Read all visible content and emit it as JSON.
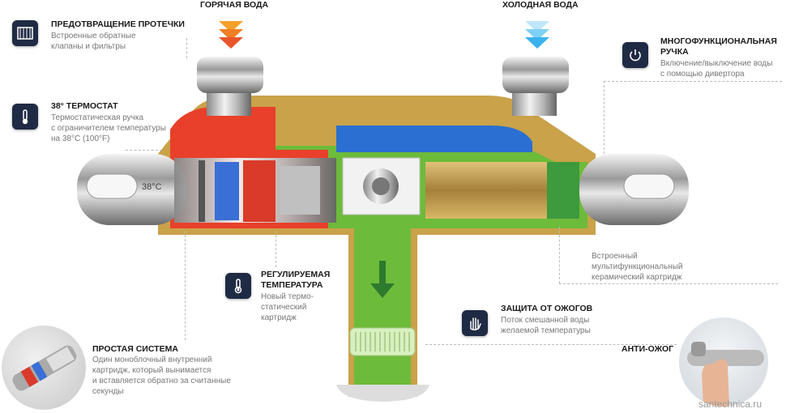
{
  "hot_water_label": "ГОРЯЧАЯ ВОДА",
  "cold_water_label": "ХОЛОДНАЯ ВОДА",
  "features": {
    "leak": {
      "title": "ПРЕДОТВРАЩЕНИЕ ПРОТЕЧКИ",
      "desc1": "Встроенные обратные",
      "desc2": "клапаны и фильтры",
      "icon": "filter-icon"
    },
    "thermostat": {
      "title": "38° ТЕРМОСТАТ",
      "desc1": "Термостатическая ручка",
      "desc2": "с ограничителем температуры",
      "desc3": "на 38°С (100°F)",
      "icon": "thermometer-icon"
    },
    "multi": {
      "title1": "МНОГОФУНКЦИОНАЛЬНАЯ",
      "title2": "РУЧКА",
      "desc1": "Включение/выключение воды",
      "desc2": "с помощью дивертора",
      "icon": "power-icon"
    },
    "cartridge": {
      "desc1": "Встроенный",
      "desc2": "мультифункциональный",
      "desc3": "керамический картридж"
    },
    "regulated": {
      "title1": "РЕГУЛИРУЕМАЯ",
      "title2": "ТЕМПЕРАТУРА",
      "desc1": "Новый термо-",
      "desc2": "статический",
      "desc3": "картридж",
      "icon": "temperature-icon"
    },
    "burn": {
      "title": "ЗАЩИТА ОТ ОЖОГОВ",
      "desc1": "Поток смешанной воды",
      "desc2": "желаемой температуры",
      "icon": "hand-icon"
    },
    "simple": {
      "title": "ПРОСТАЯ СИСТЕМА",
      "desc1": "Один моноблочный внутренний",
      "desc2": "картридж, который вынимается",
      "desc3": "и вставляется обратно за считанные",
      "desc4": "секунды"
    },
    "anti": {
      "title": "АНТИ-ОЖОГ"
    }
  },
  "handle_label": "38°C",
  "watermark": "santechnica.ru",
  "colors": {
    "hot": "#e8402a",
    "cold": "#2a6fd1",
    "mixed": "#6dbb3a",
    "brass": "#c9a24a",
    "icon_bg": "#1f2a44"
  }
}
